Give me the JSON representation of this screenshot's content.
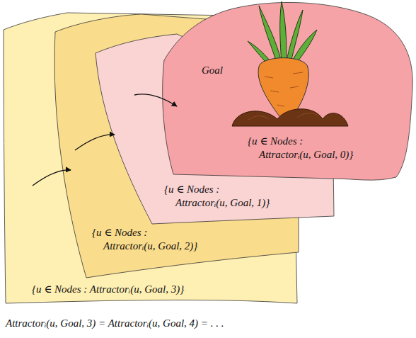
{
  "diagram": {
    "nodes": [
      {
        "text": [
          "{u ∈ Nodes : Attractorᵢ(u, Goal, 3)}"
        ]
      },
      {
        "text": [
          "{u ∈ Nodes : Attractorᵢ(u, Goal, 2)}"
        ],
        "in": 0
      },
      {
        "text": [
          "{u ∈ Nodes : Attractorᵢ(u, Goal, 1)}"
        ],
        "in": 1
      },
      {
        "text": [
          "Goal",
          "{u ∈ Nodes : Attractorᵢ(u, Goal, 0)}"
        ],
        "in": 2
      }
    ],
    "edges": [
      {
        "from": 0,
        "to": 1,
        "arrow": "to"
      },
      {
        "from": 1,
        "to": 2,
        "arrow": "to"
      },
      {
        "from": 2,
        "to": 3,
        "arrow": "to"
      }
    ],
    "labels": [
      "Attractorᵢ(u, Goal, 3) = Attractorᵢ(u, Goal, 4) = . . ."
    ]
  }
}
